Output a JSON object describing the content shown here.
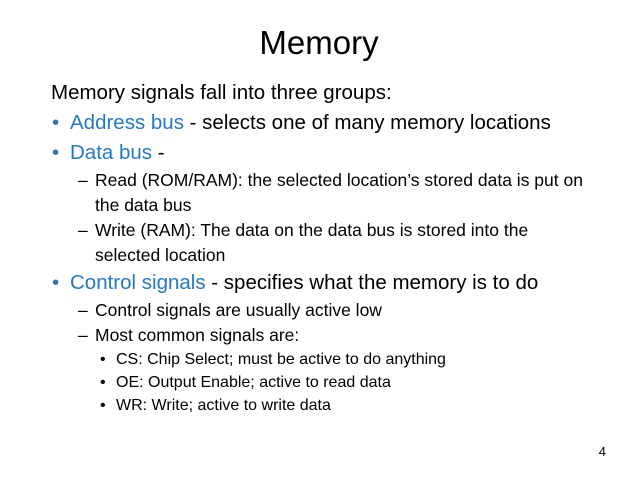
{
  "slide": {
    "title": "Memory",
    "page_number": "4",
    "colors": {
      "accent_blue": "#2478C4",
      "bullet_blue": "#2E75B6",
      "text_black": "#000000",
      "background": "#ffffff"
    },
    "intro": "Memory signals fall into three groups:",
    "bullet_glyph": "•",
    "dash_glyph": "–",
    "content": [
      {
        "level": 1,
        "marker": "•",
        "highlight": "Address bus",
        "rest": " - selects one of many memory locations"
      },
      {
        "level": 1,
        "marker": "•",
        "highlight": "Data bus",
        "rest": " -"
      },
      {
        "level": 2,
        "marker": "–",
        "text": "Read (ROM/RAM): the selected location’s stored data is put on the data bus"
      },
      {
        "level": 2,
        "marker": "–",
        "text": "Write (RAM): The data on the data bus is stored into the selected location"
      },
      {
        "level": 1,
        "marker": "•",
        "highlight": "Control signals",
        "rest": " - specifies what the memory is to do"
      },
      {
        "level": 2,
        "marker": "–",
        "text": "Control signals are usually active low"
      },
      {
        "level": 2,
        "marker": "–",
        "text": "Most common signals are:"
      },
      {
        "level": 3,
        "marker": "•",
        "text": "CS: Chip Select; must be active to do anything"
      },
      {
        "level": 3,
        "marker": "•",
        "text": "OE: Output Enable; active to read data"
      },
      {
        "level": 3,
        "marker": "•",
        "text": "WR: Write; active to write data"
      }
    ]
  }
}
